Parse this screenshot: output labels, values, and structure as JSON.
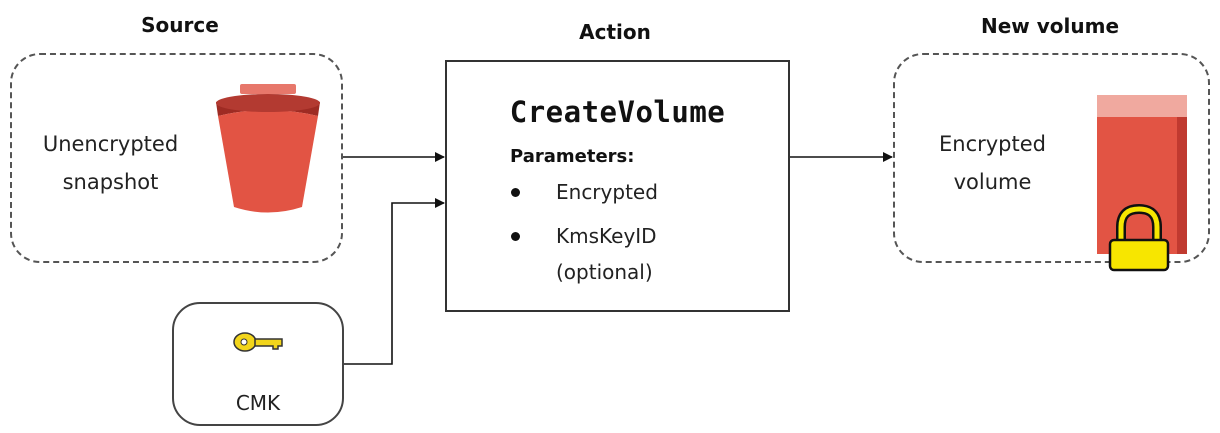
{
  "headings": {
    "source": "Source",
    "action": "Action",
    "new_volume": "New volume"
  },
  "source": {
    "label_line1": "Unencrypted",
    "label_line2": "snapshot",
    "icon": "s3-bucket-icon",
    "icon_color": "#E25444"
  },
  "action": {
    "title": "CreateVolume",
    "parameters_label": "Parameters:",
    "parameters": [
      {
        "name": "Encrypted",
        "note": ""
      },
      {
        "name": "KmsKeyID",
        "note": "(optional)"
      }
    ]
  },
  "new_volume": {
    "label_line1": "Encrypted",
    "label_line2": "volume",
    "icon": "ebs-volume-icon",
    "icon_color": "#E25444",
    "lock_icon": "padlock-icon",
    "lock_color": "#F7E600"
  },
  "cmk": {
    "label": "CMK",
    "icon": "key-icon",
    "icon_color": "#F2D51B"
  }
}
